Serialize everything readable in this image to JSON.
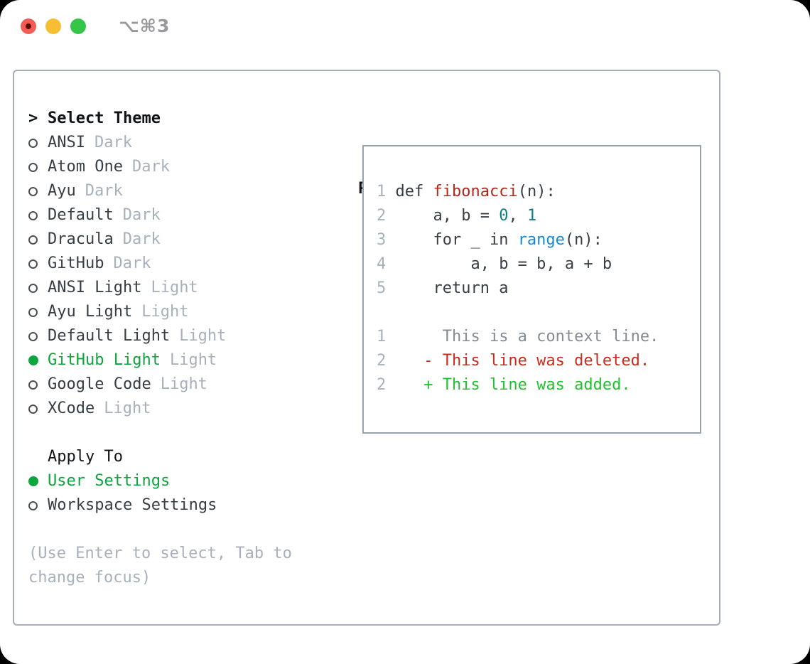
{
  "titlebar": {
    "shortcut_label": "⌥⌘3",
    "traffic_lights": [
      {
        "name": "close",
        "color": "#f25c54",
        "dot_color": "#5e0d08"
      },
      {
        "name": "minimize",
        "color": "#f6bd35"
      },
      {
        "name": "zoom",
        "color": "#35c649"
      }
    ]
  },
  "theme_selector": {
    "header_prefix": ">",
    "header_label": "Select Theme",
    "items": [
      {
        "name": "ANSI",
        "variant": "Dark",
        "selected": false
      },
      {
        "name": "Atom One",
        "variant": "Dark",
        "selected": false
      },
      {
        "name": "Ayu",
        "variant": "Dark",
        "selected": false
      },
      {
        "name": "Default",
        "variant": "Dark",
        "selected": false
      },
      {
        "name": "Dracula",
        "variant": "Dark",
        "selected": false
      },
      {
        "name": "GitHub",
        "variant": "Dark",
        "selected": false
      },
      {
        "name": "ANSI Light",
        "variant": "Light",
        "selected": false
      },
      {
        "name": "Ayu Light",
        "variant": "Light",
        "selected": false
      },
      {
        "name": "Default Light",
        "variant": "Light",
        "selected": false
      },
      {
        "name": "GitHub Light",
        "variant": "Light",
        "selected": true
      },
      {
        "name": "Google Code",
        "variant": "Light",
        "selected": false
      },
      {
        "name": "XCode",
        "variant": "Light",
        "selected": false
      }
    ],
    "apply_to": {
      "label": "Apply To",
      "options": [
        {
          "name": "User Settings",
          "selected": true
        },
        {
          "name": "Workspace Settings",
          "selected": false
        }
      ]
    },
    "hint": "(Use Enter to select, Tab to change focus)"
  },
  "preview": {
    "label": "Preview",
    "code": [
      {
        "num": "1",
        "t0": " def ",
        "t1": "fibonacci",
        "t2": "(n):"
      },
      {
        "num": "2",
        "t0": "     a, b = ",
        "t1": "0",
        "t2": ", ",
        "t3": "1"
      },
      {
        "num": "3",
        "t0": "     for _ in ",
        "t1": "range",
        "t2": "(n):"
      },
      {
        "num": "4",
        "t0": "         a, b = b, a + b"
      },
      {
        "num": "5",
        "t0": "     return a"
      }
    ],
    "diff": [
      {
        "num": "1",
        "text": "      This is a context line.",
        "type": "context"
      },
      {
        "num": "2",
        "text": "    - This line was deleted.",
        "type": "deleted"
      },
      {
        "num": "2",
        "text": "    + This line was added.",
        "type": "added"
      }
    ]
  },
  "colors": {
    "selection_green": "#0da53e",
    "added_green": "#1fc32e",
    "deleted_red": "#cd2a1b",
    "function_red": "#b3271e",
    "builtin_blue": "#1289d6",
    "number_teal": "#0c7f86",
    "muted_gray": "#a8b1bb",
    "panel_border": "#a6adb6"
  }
}
